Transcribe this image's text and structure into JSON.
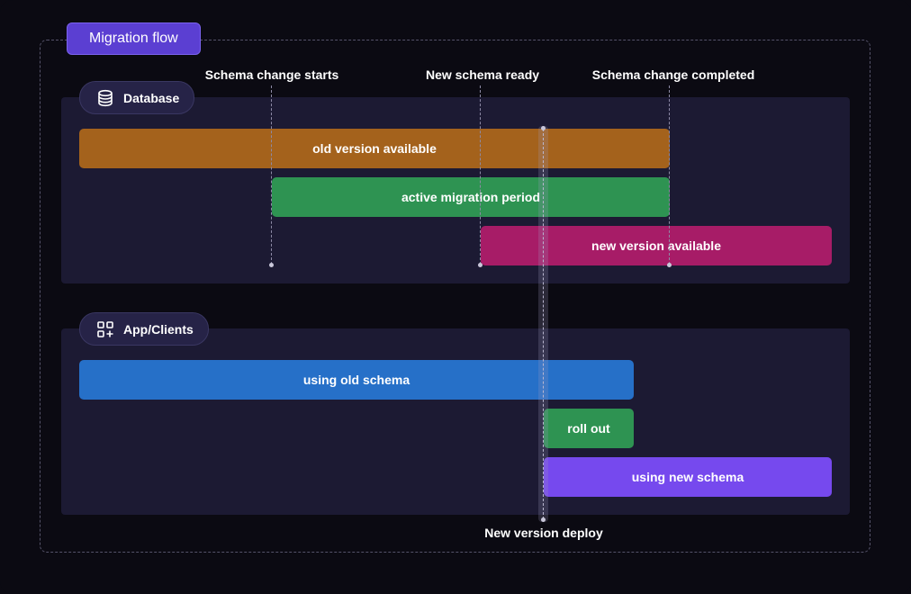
{
  "title": "Migration flow",
  "sections": {
    "database": {
      "label": "Database",
      "icon": "database-icon"
    },
    "app_clients": {
      "label": "App/Clients",
      "icon": "apps-add-icon"
    }
  },
  "markers": {
    "schema_change_starts": "Schema change starts",
    "new_schema_ready": "New schema ready",
    "schema_change_completed": "Schema change completed",
    "new_version_deploy": "New version deploy"
  },
  "bars": {
    "old_version_available": {
      "label": "old version available",
      "color": "#a4621c"
    },
    "active_migration_period": {
      "label": "active migration period",
      "color": "#2e9352"
    },
    "new_version_available": {
      "label": "new version available",
      "color": "#a71c67"
    },
    "using_old_schema": {
      "label": "using old schema",
      "color": "#2670c8"
    },
    "roll_out": {
      "label": "roll out",
      "color": "#2e9352"
    },
    "using_new_schema": {
      "label": "using new schema",
      "color": "#7649ee"
    }
  },
  "colors": {
    "title_badge": "#5b3fd2",
    "panel": "#1c1a33",
    "background": "#0b0a12"
  }
}
